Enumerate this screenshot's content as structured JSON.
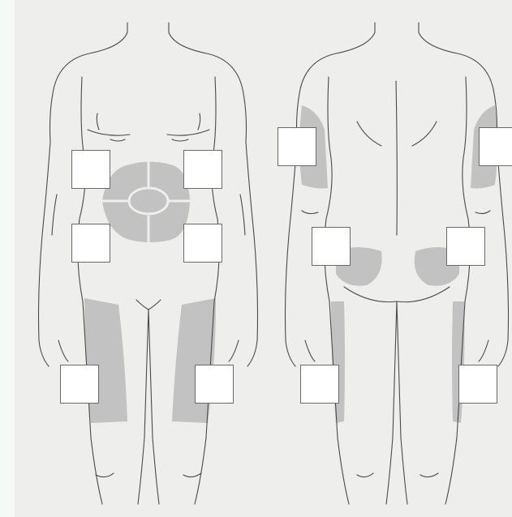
{
  "colors": {
    "background": "#eeeeed",
    "injection_zone": "#c2c2c2",
    "outline": "#4a4a4a",
    "box_fill": "#ffffff",
    "box_border": "#6a6a6a"
  },
  "figure": {
    "views": [
      "front",
      "back"
    ],
    "front_zones": [
      "abdomen",
      "left-thigh",
      "right-thigh"
    ],
    "back_zones": [
      "left-upper-arm",
      "right-upper-arm",
      "left-buttock",
      "right-buttock",
      "left-thigh-back",
      "right-thigh-back"
    ],
    "label_boxes": {
      "front": [
        "upper-left",
        "upper-right",
        "middle-left",
        "middle-right",
        "lower-left",
        "lower-right"
      ],
      "back": [
        "arm-left",
        "arm-right",
        "buttock-left",
        "buttock-right",
        "thigh-left",
        "thigh-right"
      ]
    }
  }
}
